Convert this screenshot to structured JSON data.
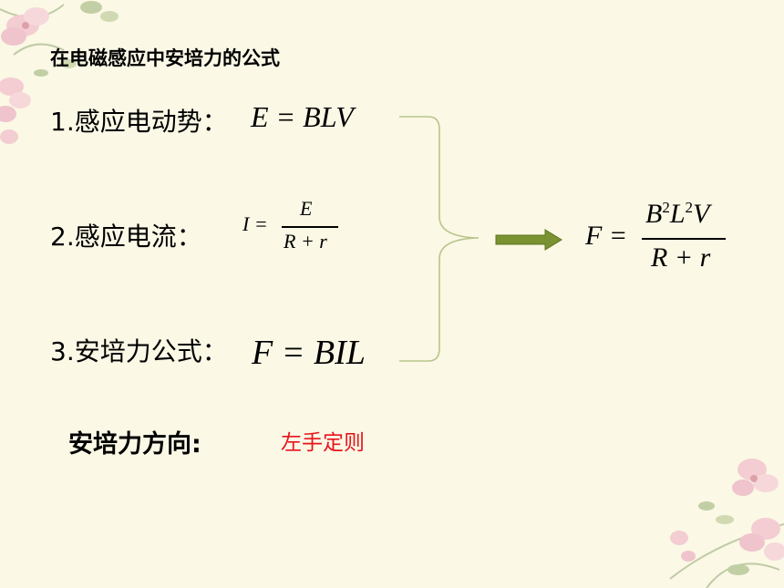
{
  "slide": {
    "title": "在电磁感应中安培力的公式",
    "items": [
      {
        "label": "1.感应电动势：",
        "formula": "E = BLV"
      },
      {
        "label": "2.感应电流：",
        "formula_lhs": "I =",
        "numerator": "E",
        "denominator": "R + r"
      },
      {
        "label": "3.安培力公式：",
        "formula": "F = BIL"
      }
    ],
    "result": {
      "lhs": "F =",
      "numerator_parts": [
        "B",
        "2",
        "L",
        "2",
        "V"
      ],
      "denominator": "R + r"
    },
    "direction": {
      "label": "安培力方向:",
      "value": "左手定则"
    }
  },
  "colors": {
    "background": "#fbf8e6",
    "brace": "#b9c58a",
    "arrow": "#7a9232",
    "direction_value": "#e8141b"
  },
  "icons": [
    "flower-decoration-icon",
    "arrow-right-icon",
    "brace-icon"
  ]
}
